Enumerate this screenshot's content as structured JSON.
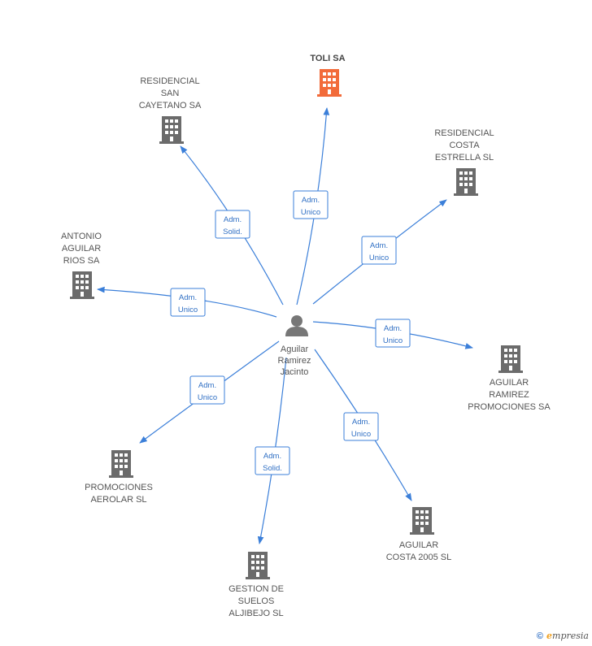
{
  "center": {
    "name_lines": [
      "Aguilar",
      "Ramirez",
      "Jacinto"
    ],
    "icon": "person-icon"
  },
  "colors": {
    "edge": "#3b7fd9",
    "building": "#6b6b6b",
    "highlight": "#f26b3a"
  },
  "companies": [
    {
      "id": "toli-sa",
      "lines": [
        "TOLI SA"
      ],
      "highlight": true,
      "role": [
        "Adm.",
        "Unico"
      ]
    },
    {
      "id": "residencial-san-cayetano-sa",
      "lines": [
        "RESIDENCIAL",
        "SAN",
        "CAYETANO SA"
      ],
      "highlight": false,
      "role": [
        "Adm.",
        "Solid."
      ]
    },
    {
      "id": "residencial-costa-estrella-sl",
      "lines": [
        "RESIDENCIAL",
        "COSTA",
        "ESTRELLA SL"
      ],
      "highlight": false,
      "role": [
        "Adm.",
        "Unico"
      ]
    },
    {
      "id": "antonio-aguilar-rios-sa",
      "lines": [
        "ANTONIO",
        "AGUILAR",
        "RIOS SA"
      ],
      "highlight": false,
      "role": [
        "Adm.",
        "Unico"
      ]
    },
    {
      "id": "aguilar-ramirez-promociones-sa",
      "lines": [
        "AGUILAR",
        "RAMIREZ",
        "PROMOCIONES SA"
      ],
      "highlight": false,
      "role": [
        "Adm.",
        "Unico"
      ]
    },
    {
      "id": "promociones-aerolar-sl",
      "lines": [
        "PROMOCIONES",
        "AEROLAR SL"
      ],
      "highlight": false,
      "role": [
        "Adm.",
        "Unico"
      ]
    },
    {
      "id": "gestion-de-suelos-aljibejo-sl",
      "lines": [
        "GESTION DE",
        "SUELOS",
        "ALJIBEJO SL"
      ],
      "highlight": false,
      "role": [
        "Adm.",
        "Solid."
      ]
    },
    {
      "id": "aguilar-costa-2005-sl",
      "lines": [
        "AGUILAR",
        "COSTA 2005 SL"
      ],
      "highlight": false,
      "role": [
        "Adm.",
        "Unico"
      ]
    }
  ],
  "brand": {
    "copyright": "©",
    "name_initial": "e",
    "name_rest": "mpresia"
  }
}
